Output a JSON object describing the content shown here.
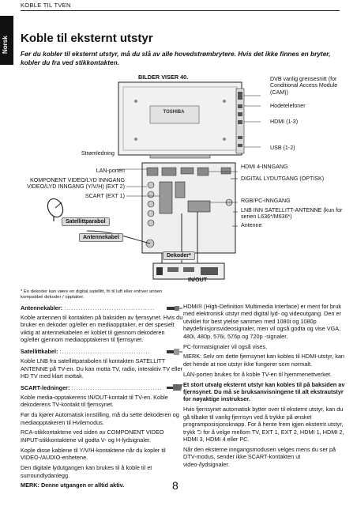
{
  "header": {
    "section": "KOBLE TIL TVEN",
    "side_tab": "Norsk"
  },
  "title": "Koble til eksternt utstyr",
  "intro": "Før du kobler til eksternt utstyr, må du slå av alle hovedstrømbrytere. Hvis det ikke finnes en bryter, kobler du fra ved stikkontakten.",
  "diagram": {
    "caption_top": "BILDER VISER 40.",
    "brand": "TOSHIBA",
    "right_labels": [
      "DVB vanlig grensesnitt (for Conditional Access Module (CAM))",
      "Hodetelefoner",
      "HDMI (1-3)",
      "USB (1-2)",
      "HDMI 4-INNGANG",
      "DIGITAL LYDUTGANG (OPTISK)",
      "RGB/PC-INNGANG",
      "LNB INN SATELLITT-ANTENNE (kun for serien L636*/M636*)",
      "Antenne"
    ],
    "left_labels": [
      "Strømledning",
      "LAN-porten",
      "KOMPONENT VIDEO/LYD INNGANG VIDEO/LYD INNGANG (Y/V/H) (EXT 2)",
      "SCART (EXT 1)"
    ],
    "sat_dish": "Satellittparabol",
    "antenna_cable": "Antennekabel",
    "decoder": "Dekoder*",
    "inout": "IN/OUT"
  },
  "footnote": "* En dekoder kan være en digital satellitt, fri til luft eller enhver annen kompatibel dekoder / opptaker.",
  "left_col": {
    "antennekabler_head": "Antennekabler:",
    "antennekabler_body": "Koble antennen til kontakten på baksiden av fjernsynet. Hvis du bruker en dekoder og/eller en mediaopptaker, er det spesielt viktig at antennekabelen er koblet til gjennom dekoderen og/eller gjennom mediaopptakeren til fjernsynet.",
    "sat_head": "Satellittkabel:",
    "sat_body": "Koble LNB fra satellittparabolen til kontakten SATELLITT ANTENNE på TV-en. Du kan motta TV, radio, interaktiv TV eller HD TV med klart mottak.",
    "scart_head": "SCART-ledninger:",
    "scart_body1": "Koble media-opptakerens IN/OUT-kontakt til TV-en. Koble dekoderens TV-kontakt til fjernsynet.",
    "scart_body2": "Før du kjører Automatisk innstilling, må du sette dekoderen og mediaopptakeren til Hvilemodus.",
    "rca_body": "RCA-stikkontaktene ved siden av COMPONENT VIDEO INPUT-stikkontaktene vil godta V- og H-lydsignaler.",
    "yvh_body": "Kople disse kablene til Y/V/H-kontaktene når du kopler til VIDEO-/AUDIO-enhetene.",
    "digital_body": "Den digitale lydutgangen kan brukes til å koble til et surroundlydanlegg.",
    "merk": "MERK: Denne utgangen er alltid aktiv."
  },
  "right_col": {
    "hdmi_body": "HDMI® (High-Definition Multimedia Interface) er ment for bruk med elektronisk utstyr med digital lyd- og videoutgang. Den er utviklet for best ytelse sammen med 1080i og 1080p høydefinisjonsvideosignaler, men vil også godta og vise VGA, 480i, 480p, 576i, 576p og 720p -signaler.",
    "pc_body": "PC-formatsignaler vil også vises.",
    "merk": "MERK: Selv om dette fjernsynet kan kobles til HDMI-utstyr, kan det hende at noe utstyr ikke fungerer som normalt.",
    "lan_body": "LAN-porten brukes for å koble TV-en til hjemmenettverket.",
    "warn_body": "Et stort utvalg eksternt utstyr kan kobles til på baksiden av fjernsynet. Du må se bruksanvisningene til alt ekstrautstyr for nøyaktige instrukser.",
    "auto_body": "Hvis fjernsynet automatisk bytter over til eksternt utstyr, kan du gå tilbake til vanlig fjernsyn ved å trykke på ønsket programposisjonsknapp. For å hente frem igjen eksternt utstyr, trykk ⮌ for å velge mellom TV, EXT 1, EXT 2, HDMI 1, HDMI 2, HDMI 3, HDMI 4 eller PC.",
    "last_body": "Når den eksterne inngangsmodusen velges mens du ser på DTV-modus, sender ikke SCART-kontakten ut video-/lydsignaler."
  },
  "page_number": "8"
}
